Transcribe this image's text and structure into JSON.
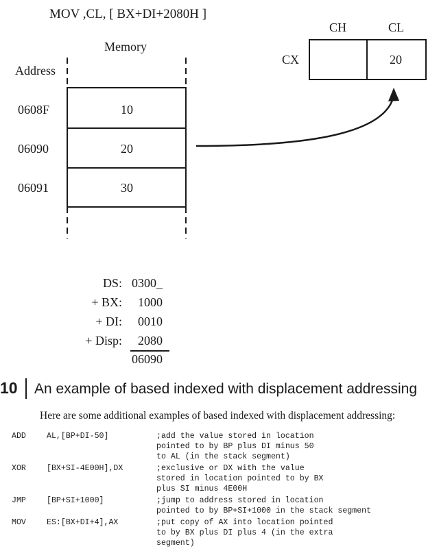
{
  "diagram": {
    "instruction": "MOV   ,CL, [ BX+DI+2080H ]",
    "memory_label": "Memory",
    "address_label": "Address",
    "rows": [
      {
        "address": "0608F",
        "value": "10"
      },
      {
        "address": "06090",
        "value": "20"
      },
      {
        "address": "06091",
        "value": "30"
      }
    ],
    "register": {
      "name": "CX",
      "high_label": "CH",
      "low_label": "CL",
      "low_value": "20"
    }
  },
  "calculation": [
    {
      "label": "DS:",
      "value": "0300_"
    },
    {
      "label": "+   BX:",
      "value": "1000"
    },
    {
      "label": "+   DI:",
      "value": "0010"
    },
    {
      "label": "+ Disp:",
      "value": "2080"
    }
  ],
  "calculation_result": "06090",
  "figure": {
    "number": "10",
    "title": "An example of based indexed with displacement addressing"
  },
  "intro_text": "Here are some additional examples of based indexed with displacement addressing:",
  "examples": [
    {
      "op": "ADD",
      "args": "AL,[BP+DI-50]",
      "comment": [
        ";add the value stored in location",
        "pointed to by BP plus DI minus 50",
        "to AL (in the stack segment)"
      ]
    },
    {
      "op": "XOR",
      "args": "[BX+SI-4E00H],DX",
      "comment": [
        ";exclusive or DX with the value",
        "stored in location pointed to by BX",
        "plus SI minus 4E00H"
      ]
    },
    {
      "op": "JMP",
      "args": "[BP+SI+1000]",
      "comment": [
        ";jump to address stored in location",
        "pointed to by BP+SI+1000 in the stack segment"
      ]
    },
    {
      "op": "MOV",
      "args": "ES:[BX+DI+4],AX",
      "comment": [
        ";put copy of AX into location pointed",
        "to by BX plus DI plus 4 (in the extra",
        "segment)"
      ]
    }
  ]
}
